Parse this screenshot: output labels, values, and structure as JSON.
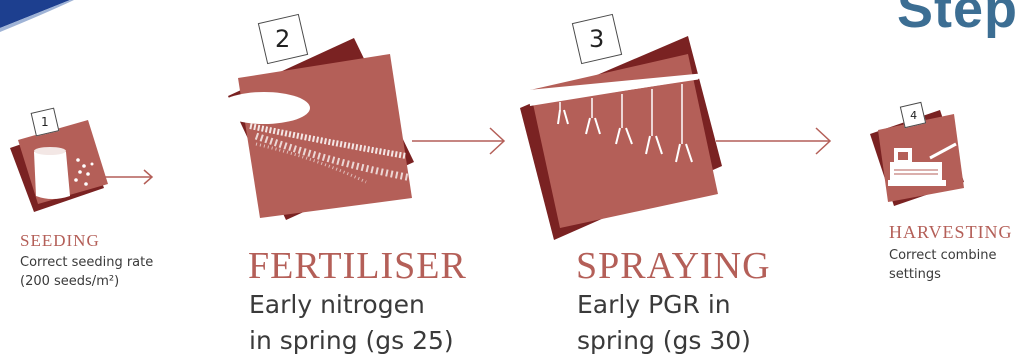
{
  "header": {
    "heading": "Step"
  },
  "colors": {
    "tile": "#b45f58",
    "tile_shadow": "#7a2222",
    "arrow": "#b45f58",
    "heading": "#3c6e93"
  },
  "steps": [
    {
      "number": "1",
      "title": "SEEDING",
      "desc_line1": "Correct seeding rate",
      "desc_line2": "(200 seeds/m²)",
      "icon": "seed-bag-icon"
    },
    {
      "number": "2",
      "title": "FERTILISER",
      "desc_line1": "Early nitrogen",
      "desc_line2": "in spring (gs 25)",
      "icon": "fertiliser-spreader-icon"
    },
    {
      "number": "3",
      "title": "SPRAYING",
      "desc_line1": "Early PGR in",
      "desc_line2": "spring (gs 30)",
      "icon": "sprayer-boom-icon"
    },
    {
      "number": "4",
      "title": "HARVESTING",
      "desc_line1": "Correct combine",
      "desc_line2": "settings",
      "icon": "combine-harvester-icon"
    }
  ]
}
